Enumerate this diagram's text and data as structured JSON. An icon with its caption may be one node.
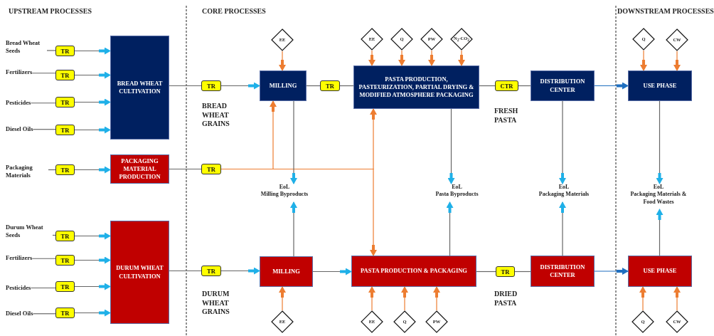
{
  "diagram": {
    "nodes": [
      {
        "text": [
          "Bread Wheat Seeds"
        ]
      },
      {
        "text": [
          "TR"
        ]
      },
      {
        "text": [
          "Fertilizers"
        ]
      },
      {
        "text": [
          "TR"
        ]
      },
      {
        "text": [
          "Pesticides"
        ]
      },
      {
        "text": [
          "TR"
        ]
      },
      {
        "text": [
          "Diesel Oils"
        ]
      },
      {
        "text": [
          "TR"
        ]
      },
      {
        "text": [
          "BREAD WHEAT CULTIVATION"
        ]
      },
      {
        "text": [
          "Packaging Materials"
        ]
      },
      {
        "text": [
          "TR"
        ]
      },
      {
        "text": [
          "PACKAGING MATERIAL PRODUCTION"
        ]
      },
      {
        "text": [
          "TR"
        ]
      },
      {
        "text": [
          "EE"
        ]
      },
      {
        "text": [
          "MILLING"
        ]
      },
      {
        "text": [
          "TR"
        ]
      },
      {
        "text": [
          "EE"
        ]
      },
      {
        "text": [
          "Q"
        ]
      },
      {
        "text": [
          "PW"
        ]
      },
      {
        "text": [
          "N$_{2}$-CO$_{2}$"
        ]
      },
      {
        "text": [
          "PASTA PRODUCTION, PASTEURIZATION, PARTIAL DRYING & MODIFIED ATMOSPHERE PACKAGING"
        ]
      },
      {
        "text": [
          "CTR"
        ]
      },
      {
        "text": [
          "DISTRIBUTION CENTER"
        ]
      },
      {
        "text": [
          "Q"
        ]
      },
      {
        "text": [
          "CW"
        ]
      },
      {
        "text": [
          "USE PHASE"
        ]
      },
      {
        "text": [
          "TR"
        ]
      },
      {
        "text": [
          "EoL",
          "Milling Byproducts"
        ]
      },
      {
        "text": [
          "EoL",
          "Pasta Byproducts"
        ]
      },
      {
        "text": [
          "EoL",
          "Packaging Materials"
        ]
      },
      {
        "text": [
          "EoL",
          "Packaging Materials & Food Wastes"
        ]
      },
      {
        "text": [
          "Durum Wheat Seeds"
        ]
      },
      {
        "text": [
          "TR"
        ]
      },
      {
        "text": [
          "Fertilizers"
        ]
      },
      {
        "text": [
          "TR"
        ]
      },
      {
        "text": [
          "Pesticides"
        ]
      },
      {
        "text": [
          "TR"
        ]
      },
      {
        "text": [
          "Diesel Oils"
        ]
      },
      {
        "text": [
          "TR"
        ]
      },
      {
        "text": [
          "DURUM WHEAT CULTIVATION"
        ]
      },
      {
        "text": [
          "TR"
        ]
      },
      {
        "text": [
          "MILLING"
        ]
      },
      {
        "text": [
          "PASTA PRODUCTION & PACKAGING"
        ]
      },
      {
        "text": [
          "TR"
        ]
      },
      {
        "text": [
          "DISTRIBUTION CENTER"
        ]
      },
      {
        "text": [
          "USE PHASE"
        ]
      },
      {
        "text": [
          "EE"
        ]
      },
      {
        "text": [
          "EE"
        ]
      },
      {
        "text": [
          "Q"
        ]
      },
      {
        "text": [
          "PW"
        ]
      },
      {
        "text": [
          "Q"
        ]
      },
      {
        "text": [
          "CW"
        ]
      }
    ],
    "edges": [
      {
        "from": 0,
        "to": 1,
        "arrow": "none"
      },
      {
        "from": 1,
        "to": 8,
        "arrow": "to"
      },
      {
        "from": 2,
        "to": 3,
        "arrow": "none"
      },
      {
        "from": 3,
        "to": 8,
        "arrow": "to"
      },
      {
        "from": 4,
        "to": 5,
        "arrow": "none"
      },
      {
        "from": 5,
        "to": 8,
        "arrow": "to"
      },
      {
        "from": 6,
        "to": 7,
        "arrow": "none"
      },
      {
        "from": 7,
        "to": 8,
        "arrow": "to"
      },
      {
        "from": 9,
        "to": 10,
        "arrow": "none"
      },
      {
        "from": 10,
        "to": 11,
        "arrow": "to"
      },
      {
        "from": 8,
        "to": 12,
        "arrow": "none"
      },
      {
        "from": 12,
        "to": 14,
        "arrow": "to"
      },
      {
        "from": 13,
        "to": 14,
        "arrow": "to",
        "color": "#ed7d31"
      },
      {
        "from": 14,
        "to": 15,
        "arrow": "none"
      },
      {
        "from": 15,
        "to": 20,
        "arrow": "none"
      },
      {
        "from": 16,
        "to": 20,
        "arrow": "to",
        "color": "#ed7d31"
      },
      {
        "from": 17,
        "to": 20,
        "arrow": "to",
        "color": "#ed7d31"
      },
      {
        "from": 18,
        "to": 20,
        "arrow": "to",
        "color": "#ed7d31"
      },
      {
        "from": 19,
        "to": 20,
        "arrow": "to",
        "color": "#ed7d31"
      },
      {
        "from": 20,
        "to": 21,
        "arrow": "none"
      },
      {
        "from": 21,
        "to": 22,
        "arrow": "none"
      },
      {
        "from": 22,
        "to": 25,
        "arrow": "to",
        "color": "#1f6fc0"
      },
      {
        "from": 23,
        "to": 25,
        "arrow": "to",
        "color": "#ed7d31"
      },
      {
        "from": 24,
        "to": 25,
        "arrow": "to",
        "color": "#ed7d31"
      },
      {
        "from": 11,
        "to": 26,
        "arrow": "none"
      },
      {
        "from": 26,
        "to": 14,
        "arrow": "to",
        "color": "#ed7d31"
      },
      {
        "from": 26,
        "to": 20,
        "arrow": "to",
        "color": "#ed7d31"
      },
      {
        "from": 26,
        "to": 42,
        "arrow": "to",
        "color": "#ed7d31"
      },
      {
        "from": 14,
        "to": 27,
        "arrow": "to"
      },
      {
        "from": 20,
        "to": 28,
        "arrow": "to"
      },
      {
        "from": 22,
        "to": 29,
        "arrow": "to"
      },
      {
        "from": 25,
        "to": 30,
        "arrow": "to"
      },
      {
        "from": 41,
        "to": 27,
        "arrow": "to"
      },
      {
        "from": 42,
        "to": 28,
        "arrow": "to"
      },
      {
        "from": 44,
        "to": 29,
        "arrow": "to"
      },
      {
        "from": 45,
        "to": 30,
        "arrow": "to"
      },
      {
        "from": 31,
        "to": 32,
        "arrow": "none"
      },
      {
        "from": 32,
        "to": 39,
        "arrow": "to"
      },
      {
        "from": 33,
        "to": 34,
        "arrow": "none"
      },
      {
        "from": 34,
        "to": 39,
        "arrow": "to"
      },
      {
        "from": 35,
        "to": 36,
        "arrow": "none"
      },
      {
        "from": 36,
        "to": 39,
        "arrow": "to"
      },
      {
        "from": 37,
        "to": 38,
        "arrow": "none"
      },
      {
        "from": 38,
        "to": 39,
        "arrow": "to"
      },
      {
        "from": 39,
        "to": 40,
        "arrow": "none"
      },
      {
        "from": 40,
        "to": 41,
        "arrow": "to"
      },
      {
        "from": 41,
        "to": 42,
        "arrow": "to"
      },
      {
        "from": 42,
        "to": 43,
        "arrow": "none"
      },
      {
        "from": 43,
        "to": 44,
        "arrow": "none"
      },
      {
        "from": 44,
        "to": 45,
        "arrow": "to",
        "color": "#1f6fc0"
      },
      {
        "from": 46,
        "to": 41,
        "arrow": "to",
        "color": "#ed7d31"
      },
      {
        "from": 47,
        "to": 42,
        "arrow": "to",
        "color": "#ed7d31"
      },
      {
        "from": 48,
        "to": 42,
        "arrow": "to",
        "color": "#ed7d31"
      },
      {
        "from": 49,
        "to": 42,
        "arrow": "to",
        "color": "#ed7d31"
      },
      {
        "from": 50,
        "to": 45,
        "arrow": "to",
        "color": "#ed7d31"
      },
      {
        "from": 51,
        "to": 45,
        "arrow": "to",
        "color": "#ed7d31"
      }
    ],
    "labels": [
      "UPSTREAM PROCESSES",
      "CORE PROCESSES",
      "DOWNSTREAM PROCESSES",
      "BREAD WHEAT GRAINS",
      "FRESH PASTA",
      "DURUM WHEAT GRAINS",
      "DRIED PASTA"
    ]
  }
}
